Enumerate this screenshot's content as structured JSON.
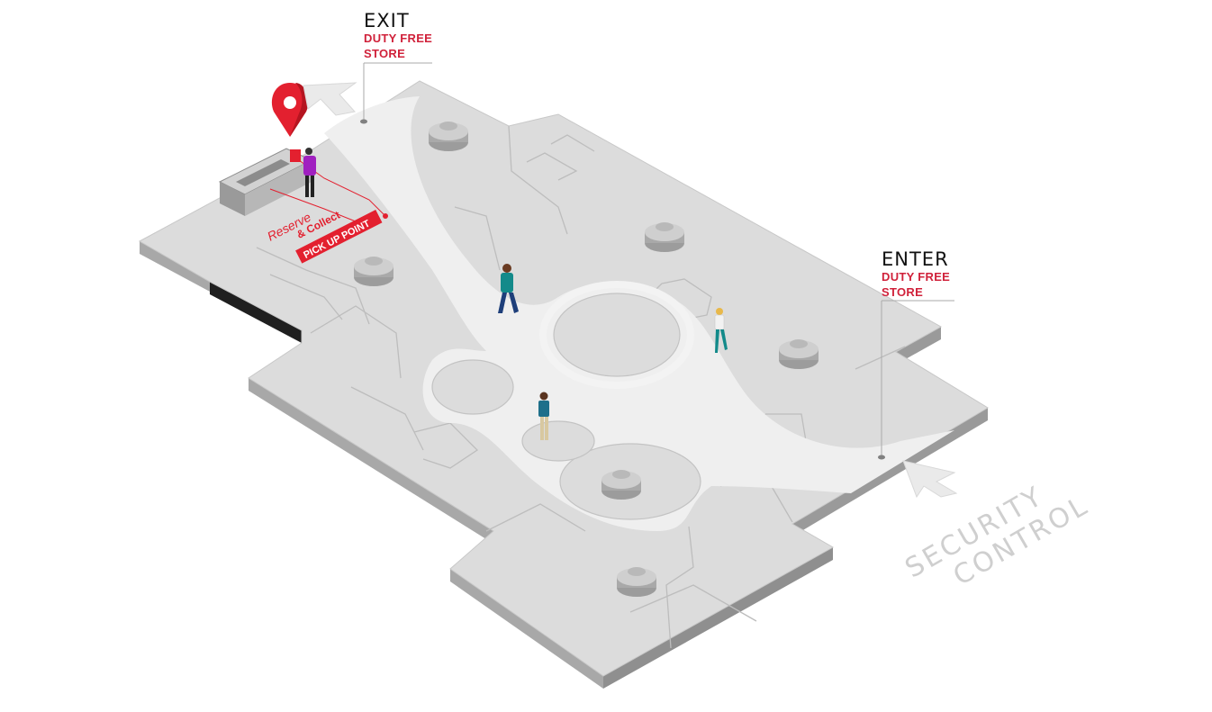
{
  "exit": {
    "title": "EXIT",
    "line1": "DUTY FREE",
    "line2": "STORE"
  },
  "enter": {
    "title": "ENTER",
    "line1": "DUTY FREE",
    "line2": "STORE"
  },
  "security": {
    "line1": "SECURITY",
    "line2": "CONTROL"
  },
  "pickup": {
    "logo_word1": "Reserve",
    "logo_word2": "& Collect",
    "badge": "PICK UP POINT"
  },
  "colors": {
    "accent": "#e3202f",
    "floor": "#dcdcdc",
    "floor_side": "#a9a9a9",
    "path": "#eeeeee",
    "security_text": "#cfcfcf"
  },
  "icons": [
    "location-pin-icon",
    "exit-arrow-icon",
    "enter-arrow-icon"
  ]
}
